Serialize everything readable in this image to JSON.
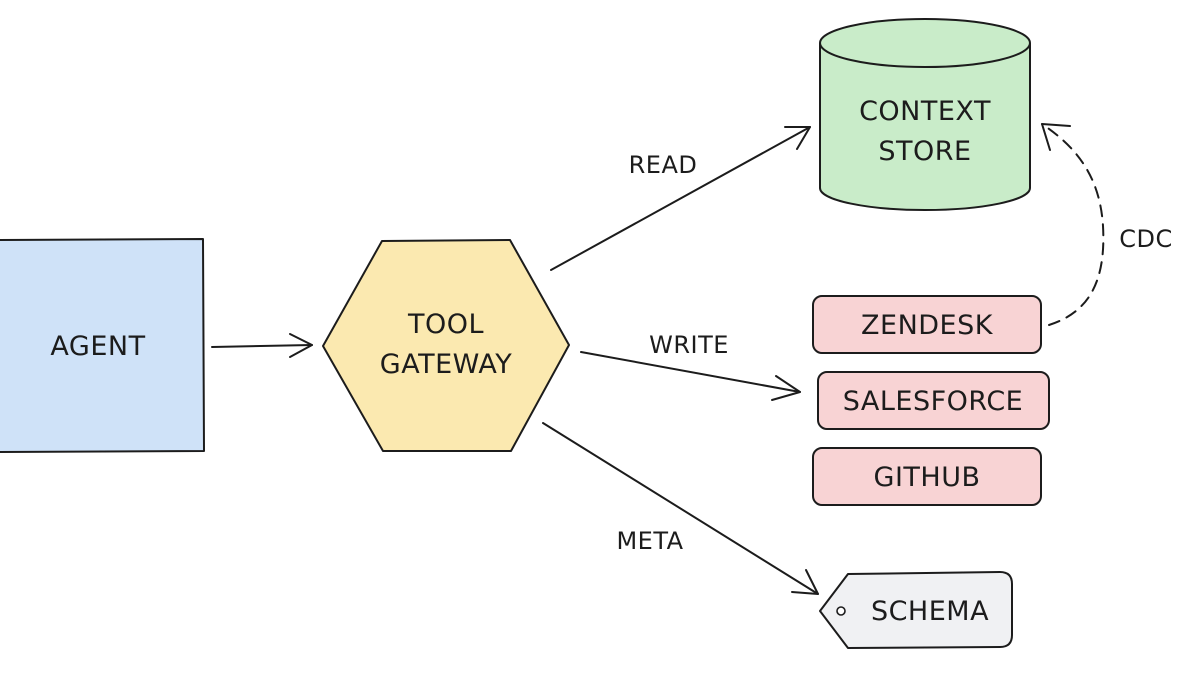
{
  "nodes": {
    "agent": {
      "label": "AGENT",
      "shape": "rectangle",
      "color": "#cfe2f8"
    },
    "tool_gateway": {
      "label_line1": "TOOL",
      "label_line2": "GATEWAY",
      "shape": "hexagon",
      "color": "#fbe9b0"
    },
    "context_store": {
      "label_line1": "CONTEXT",
      "label_line2": "STORE",
      "shape": "cylinder",
      "color": "#c9ecc9"
    },
    "zendesk": {
      "label": "ZENDESK",
      "shape": "rounded-rectangle",
      "color": "#f8d3d4"
    },
    "salesforce": {
      "label": "SALESFORCE",
      "shape": "rounded-rectangle",
      "color": "#f8d3d4"
    },
    "github": {
      "label": "GITHUB",
      "shape": "rounded-rectangle",
      "color": "#f8d3d4"
    },
    "schema": {
      "label": "SCHEMA",
      "shape": "tag",
      "color": "#f0f1f3"
    }
  },
  "edges": {
    "agent_to_gateway": {
      "label": ""
    },
    "read": {
      "label": "READ"
    },
    "write": {
      "label": "WRITE"
    },
    "meta": {
      "label": "META"
    },
    "cdc": {
      "label": "CDC",
      "style": "dashed"
    }
  },
  "stroke_color": "#1c1c1c"
}
